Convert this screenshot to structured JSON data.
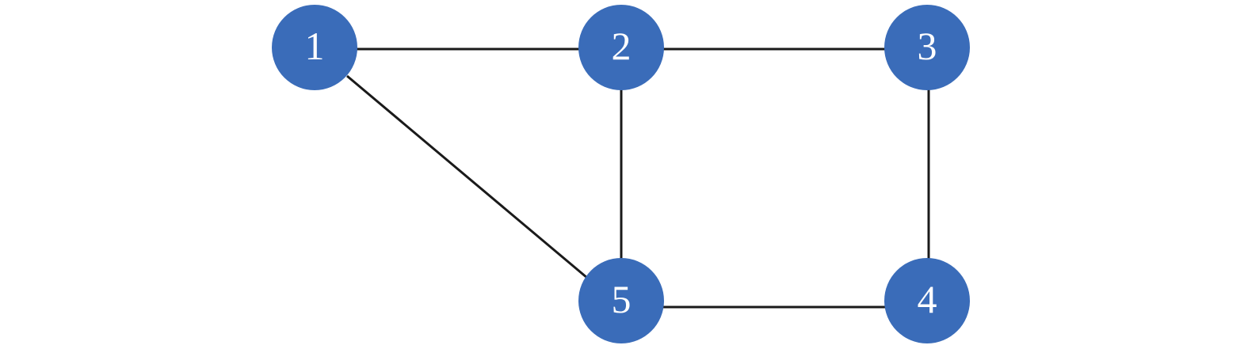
{
  "graph": {
    "node_color": "#3a6cb9",
    "edge_color": "#1a1a1a",
    "label_color": "#ffffff",
    "nodes": [
      {
        "id": "1",
        "label": "1"
      },
      {
        "id": "2",
        "label": "2"
      },
      {
        "id": "3",
        "label": "3"
      },
      {
        "id": "4",
        "label": "4"
      },
      {
        "id": "5",
        "label": "5"
      }
    ],
    "edges": [
      {
        "from": "1",
        "to": "2"
      },
      {
        "from": "2",
        "to": "3"
      },
      {
        "from": "1",
        "to": "5"
      },
      {
        "from": "2",
        "to": "5"
      },
      {
        "from": "3",
        "to": "4"
      },
      {
        "from": "5",
        "to": "4"
      }
    ]
  }
}
